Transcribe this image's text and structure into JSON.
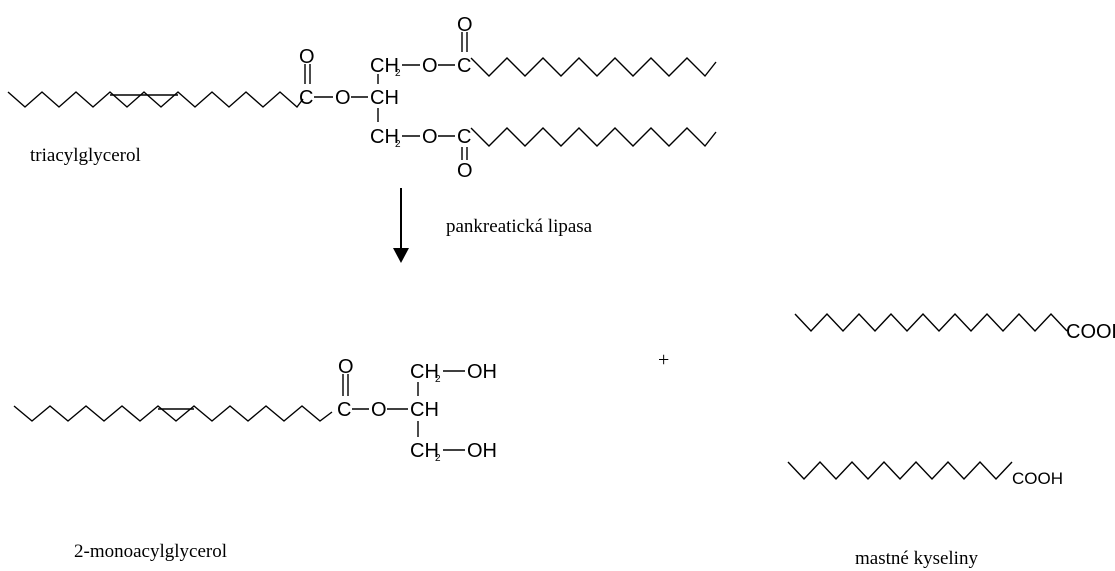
{
  "atoms": {
    "carbon": "C",
    "oxygen": "O",
    "ch": "CH",
    "ch2": "CH",
    "subscript_2": "2",
    "hydroxyl": "OH",
    "carboxyl": "COOH"
  },
  "labels": {
    "reactant": "triacylglycerol",
    "enzyme": "pankreatická lipasa",
    "product_1": "2-monoacylglycerol",
    "product_2": "mastné kyseliny",
    "plus": "+"
  }
}
